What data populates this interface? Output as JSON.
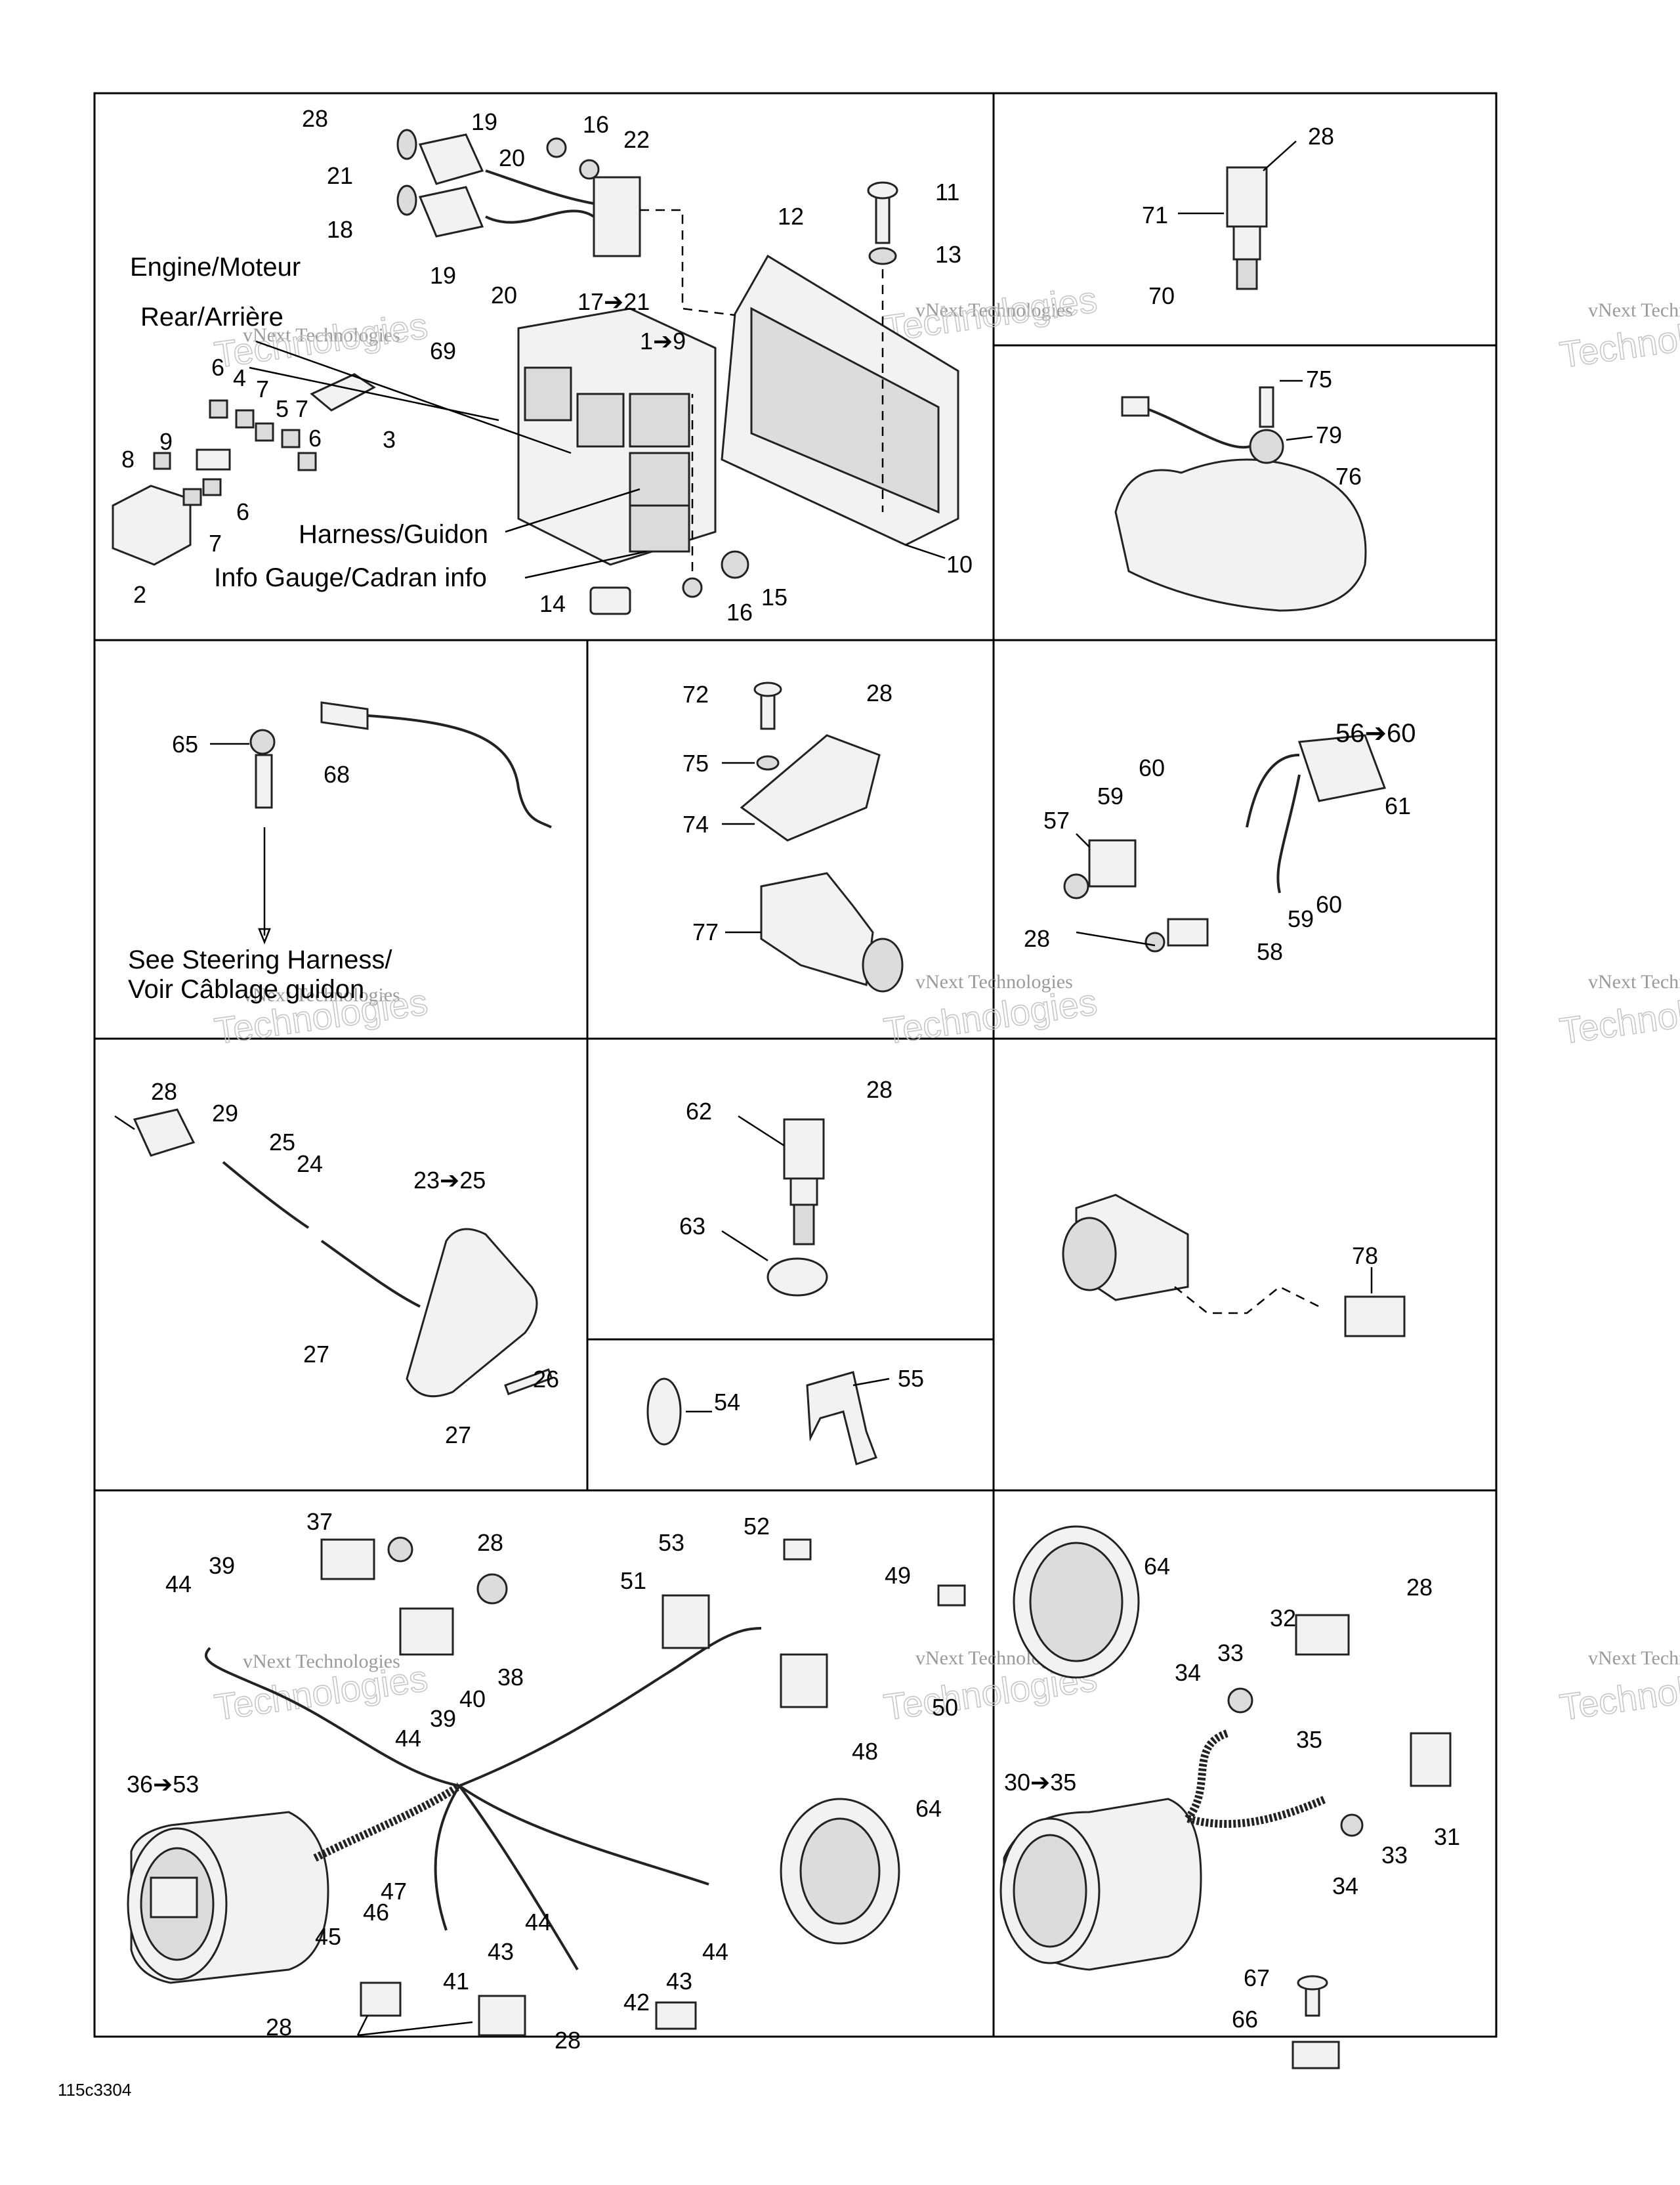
{
  "diagram_code": "115c3304",
  "watermark": {
    "name": "vNext Technologies",
    "big": "Technologies"
  },
  "notes": {
    "engine": "Engine/Moteur",
    "rear": "Rear/Arrière",
    "harness": "Harness/Guidon",
    "info_gauge": "Info Gauge/Cadran info",
    "steering_1": "See Steering Harness/",
    "steering_2": "Voir Câblage guidon"
  },
  "part_numbers": {
    "p1_9": "1➔9",
    "p2": "2",
    "p3": "3",
    "p4": "4",
    "p5": "5",
    "p6": "6",
    "p7": "7",
    "p8": "8",
    "p9": "9",
    "p10": "10",
    "p11": "11",
    "p12": "12",
    "p13": "13",
    "p14": "14",
    "p15": "15",
    "p16": "16",
    "p17_21": "17➔21",
    "p18": "18",
    "p19": "19",
    "p20": "20",
    "p21": "21",
    "p22": "22",
    "p23_25": "23➔25",
    "p24": "24",
    "p25": "25",
    "p26": "26",
    "p27": "27",
    "p28": "28",
    "p29": "29",
    "p30_35": "30➔35",
    "p31": "31",
    "p32": "32",
    "p33": "33",
    "p34": "34",
    "p35": "35",
    "p36_53": "36➔53",
    "p37": "37",
    "p38": "38",
    "p39": "39",
    "p40": "40",
    "p41": "41",
    "p42": "42",
    "p43": "43",
    "p44": "44",
    "p45": "45",
    "p46": "46",
    "p47": "47",
    "p48": "48",
    "p49": "49",
    "p50": "50",
    "p51": "51",
    "p52": "52",
    "p53": "53",
    "p54": "54",
    "p55": "55",
    "p56_60": "56➔60",
    "p57": "57",
    "p58": "58",
    "p59": "59",
    "p60": "60",
    "p61": "61",
    "p62": "62",
    "p63": "63",
    "p64": "64",
    "p65": "65",
    "p66": "66",
    "p67": "67",
    "p68": "68",
    "p69": "69",
    "p70": "70",
    "p71": "71",
    "p72": "72",
    "p74": "74",
    "p75": "75",
    "p76": "76",
    "p77": "77",
    "p78": "78",
    "p79": "79"
  },
  "icons": {
    "drop": "liquid-drop-icon",
    "arrow": "arrow-right-icon"
  }
}
